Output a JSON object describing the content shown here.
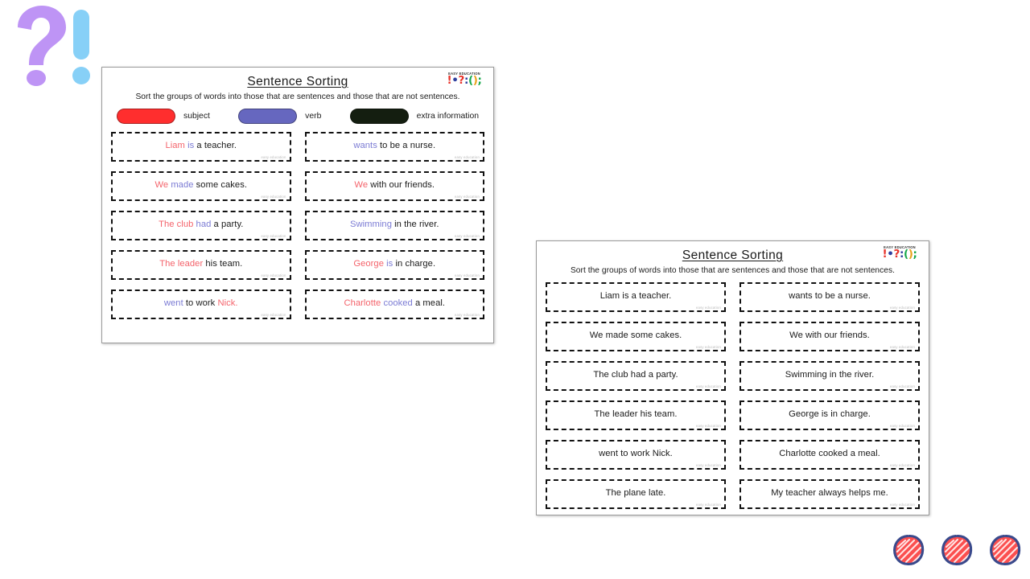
{
  "decor": {
    "question_mark": {
      "name": "question-mark",
      "glyph": "?",
      "color": "#BE94F5"
    },
    "exclamation_mark": {
      "name": "exclamation-mark",
      "glyph": "!",
      "color": "#87D0F7"
    },
    "circles": {
      "count": 3,
      "outline_color": "#3A4A8C",
      "fill_color": "#FB4F4F"
    }
  },
  "logo": {
    "wordmark": "EASY EDUCATION",
    "marks": [
      {
        "glyph": "!",
        "color": "#E8332A"
      },
      {
        "glyph": "•",
        "color": "#2E3E9E"
      },
      {
        "glyph": "?",
        "color": "#E8332A"
      },
      {
        "glyph": ":",
        "color": "#2E3E9E"
      },
      {
        "glyph": "(",
        "color": "#17A84B"
      },
      {
        "glyph": ")",
        "color": "#E8A21C"
      },
      {
        "glyph": ";",
        "color": "#17A84B"
      }
    ]
  },
  "worksheets": [
    {
      "id": "sheet-one",
      "title": "Sentence Sorting",
      "subtitle": "Sort the groups of words into those that are sentences and those that are not sentences.",
      "has_legend": true,
      "legend": [
        {
          "label": "subject",
          "color": "#FF2E2E",
          "role": "subject"
        },
        {
          "label": "verb",
          "color": "#6667BF",
          "role": "verb"
        },
        {
          "label": "extra information",
          "color": "#141E10",
          "role": "extra"
        }
      ],
      "watermark": "easy education",
      "cards": [
        {
          "parts": [
            {
              "t": "Liam",
              "r": "subject"
            },
            {
              "t": " is",
              "r": "verb"
            },
            {
              "t": " a teacher.",
              "r": "extra"
            }
          ]
        },
        {
          "parts": [
            {
              "t": "wants",
              "r": "verb"
            },
            {
              "t": " to be a nurse.",
              "r": "extra"
            }
          ]
        },
        {
          "parts": [
            {
              "t": "We",
              "r": "subject"
            },
            {
              "t": " made",
              "r": "verb"
            },
            {
              "t": " some cakes.",
              "r": "extra"
            }
          ]
        },
        {
          "parts": [
            {
              "t": "We",
              "r": "subject"
            },
            {
              "t": " with our friends.",
              "r": "extra"
            }
          ]
        },
        {
          "parts": [
            {
              "t": "The club",
              "r": "subject"
            },
            {
              "t": " had",
              "r": "verb"
            },
            {
              "t": " a party.",
              "r": "extra"
            }
          ]
        },
        {
          "parts": [
            {
              "t": "Swimming",
              "r": "verb"
            },
            {
              "t": " in the river.",
              "r": "extra"
            }
          ]
        },
        {
          "parts": [
            {
              "t": "The leader",
              "r": "subject"
            },
            {
              "t": " his team.",
              "r": "extra"
            }
          ]
        },
        {
          "parts": [
            {
              "t": "George",
              "r": "subject"
            },
            {
              "t": " is",
              "r": "verb"
            },
            {
              "t": " in charge.",
              "r": "extra"
            }
          ]
        },
        {
          "parts": [
            {
              "t": "went",
              "r": "verb"
            },
            {
              "t": " to work ",
              "r": "extra"
            },
            {
              "t": "Nick.",
              "r": "subject"
            }
          ]
        },
        {
          "parts": [
            {
              "t": "Charlotte",
              "r": "subject"
            },
            {
              "t": " cooked",
              "r": "verb"
            },
            {
              "t": " a meal.",
              "r": "extra"
            }
          ]
        }
      ]
    },
    {
      "id": "sheet-two",
      "title": "Sentence Sorting",
      "subtitle": "Sort the groups of words into those that are sentences and those that are not sentences.",
      "has_legend": false,
      "legend": [],
      "watermark": "easy education",
      "cards": [
        {
          "parts": [
            {
              "t": "Liam is a teacher.",
              "r": "plain"
            }
          ]
        },
        {
          "parts": [
            {
              "t": "wants to be a nurse.",
              "r": "plain"
            }
          ]
        },
        {
          "parts": [
            {
              "t": "We made some cakes.",
              "r": "plain"
            }
          ]
        },
        {
          "parts": [
            {
              "t": "We with our friends.",
              "r": "plain"
            }
          ]
        },
        {
          "parts": [
            {
              "t": "The club had a party.",
              "r": "plain"
            }
          ]
        },
        {
          "parts": [
            {
              "t": "Swimming in the river.",
              "r": "plain"
            }
          ]
        },
        {
          "parts": [
            {
              "t": "The leader his team.",
              "r": "plain"
            }
          ]
        },
        {
          "parts": [
            {
              "t": "George is in charge.",
              "r": "plain"
            }
          ]
        },
        {
          "parts": [
            {
              "t": "went to work Nick.",
              "r": "plain"
            }
          ]
        },
        {
          "parts": [
            {
              "t": "Charlotte cooked a meal.",
              "r": "plain"
            }
          ]
        },
        {
          "parts": [
            {
              "t": "The plane late.",
              "r": "plain"
            }
          ]
        },
        {
          "parts": [
            {
              "t": "My teacher always helps me.",
              "r": "plain"
            }
          ]
        }
      ]
    }
  ]
}
